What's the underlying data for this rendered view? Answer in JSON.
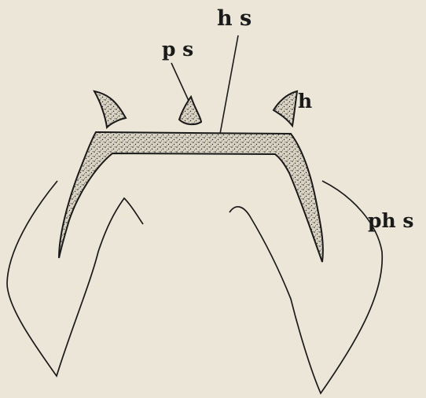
{
  "labels": {
    "hs": "h s",
    "ps": "p s",
    "h": "h",
    "phs": "ph s"
  },
  "colors": {
    "background": "#ebe6d7",
    "ink": "#1a1a1a",
    "stipple_fill": "#d9d3c3"
  }
}
